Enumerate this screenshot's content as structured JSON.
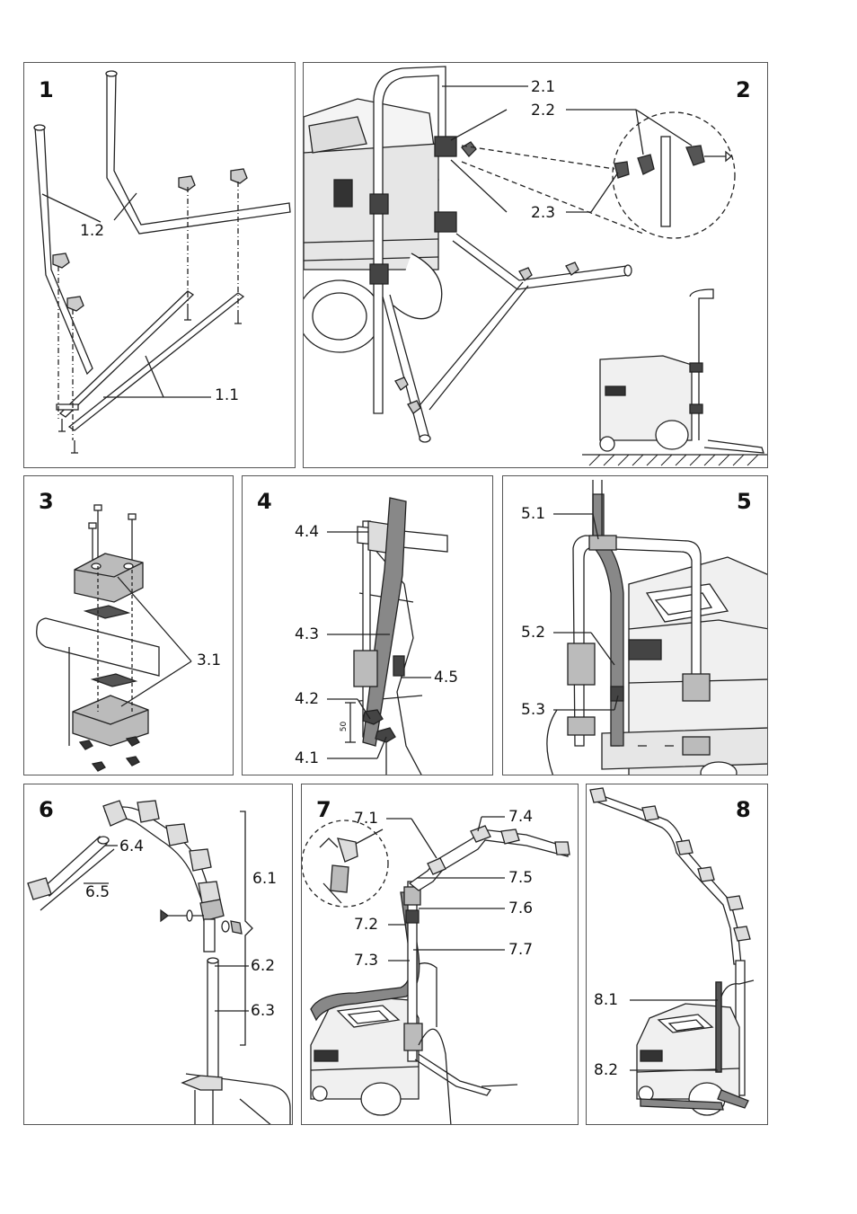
{
  "panels": [
    {
      "number": "1",
      "labels": [
        "1.2",
        "1.1"
      ]
    },
    {
      "number": "2",
      "labels": [
        "2.1",
        "2.2",
        "2.3"
      ]
    },
    {
      "number": "3",
      "labels": [
        "3.1"
      ]
    },
    {
      "number": "4",
      "labels": [
        "4.4",
        "4.3",
        "4.5",
        "4.2",
        "4.1"
      ],
      "dimension": "50"
    },
    {
      "number": "5",
      "labels": [
        "5.1",
        "5.2",
        "5.3"
      ]
    },
    {
      "number": "6",
      "labels": [
        "6.4",
        "6.5",
        "6.1",
        "6.2",
        "6.3"
      ]
    },
    {
      "number": "7",
      "labels": [
        "7.1",
        "7.4",
        "7.5",
        "7.6",
        "7.2",
        "7.7",
        "7.3"
      ]
    },
    {
      "number": "8",
      "labels": [
        "8.1",
        "8.2"
      ]
    }
  ]
}
